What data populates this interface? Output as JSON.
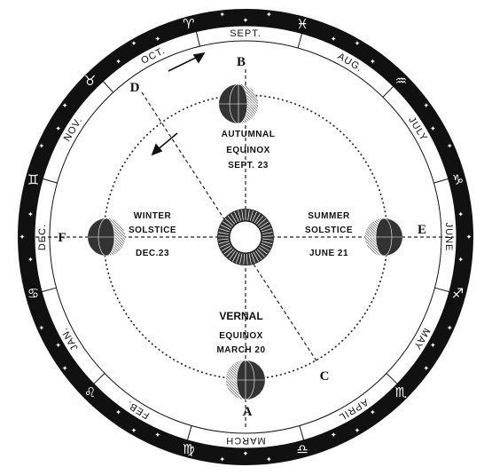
{
  "months": [
    {
      "label": "SEPT.",
      "angle": 0
    },
    {
      "label": "AUG.",
      "angle": 31
    },
    {
      "label": "JULY",
      "angle": 58
    },
    {
      "label": "JUNE",
      "angle": 90
    },
    {
      "label": "MAY",
      "angle": 120
    },
    {
      "label": "APRIL",
      "angle": 148
    },
    {
      "label": "MARCH",
      "angle": 180
    },
    {
      "label": "FEB.",
      "angle": 212
    },
    {
      "label": "JAN.",
      "angle": 240
    },
    {
      "label": "DEC.",
      "angle": 270
    },
    {
      "label": "NOV.",
      "angle": 302
    },
    {
      "label": "OCT.",
      "angle": 333
    }
  ],
  "zodiac": [
    {
      "glyph": "♈",
      "angle": 345
    },
    {
      "glyph": "♓",
      "angle": 15
    },
    {
      "glyph": "♒",
      "angle": 45
    },
    {
      "glyph": "♑",
      "angle": 75
    },
    {
      "glyph": "♐",
      "angle": 105
    },
    {
      "glyph": "♏",
      "angle": 135
    },
    {
      "glyph": "♎",
      "angle": 165
    },
    {
      "glyph": "♍",
      "angle": 195
    },
    {
      "glyph": "♌",
      "angle": 225
    },
    {
      "glyph": "♋",
      "angle": 255
    },
    {
      "glyph": "♊",
      "angle": 285
    },
    {
      "glyph": "♉",
      "angle": 315
    }
  ],
  "positions": {
    "autumnal": {
      "line1": "AUTUMNAL",
      "line2": "EQUINOX",
      "line3": "SEPT. 23"
    },
    "winter": {
      "line1": "WINTER",
      "line2": "SOLSTICE",
      "line3": "DEC.23"
    },
    "summer": {
      "line1": "SUMMER",
      "line2": "SOLSTICE",
      "line3": "JUNE 21"
    },
    "vernal": {
      "line1": "VERNAL",
      "line2": "EQUINOX",
      "line3": "MARCH 20"
    }
  },
  "letters": {
    "A": "A",
    "B": "B",
    "C": "C",
    "D": "D",
    "E": "E",
    "F": "F"
  }
}
